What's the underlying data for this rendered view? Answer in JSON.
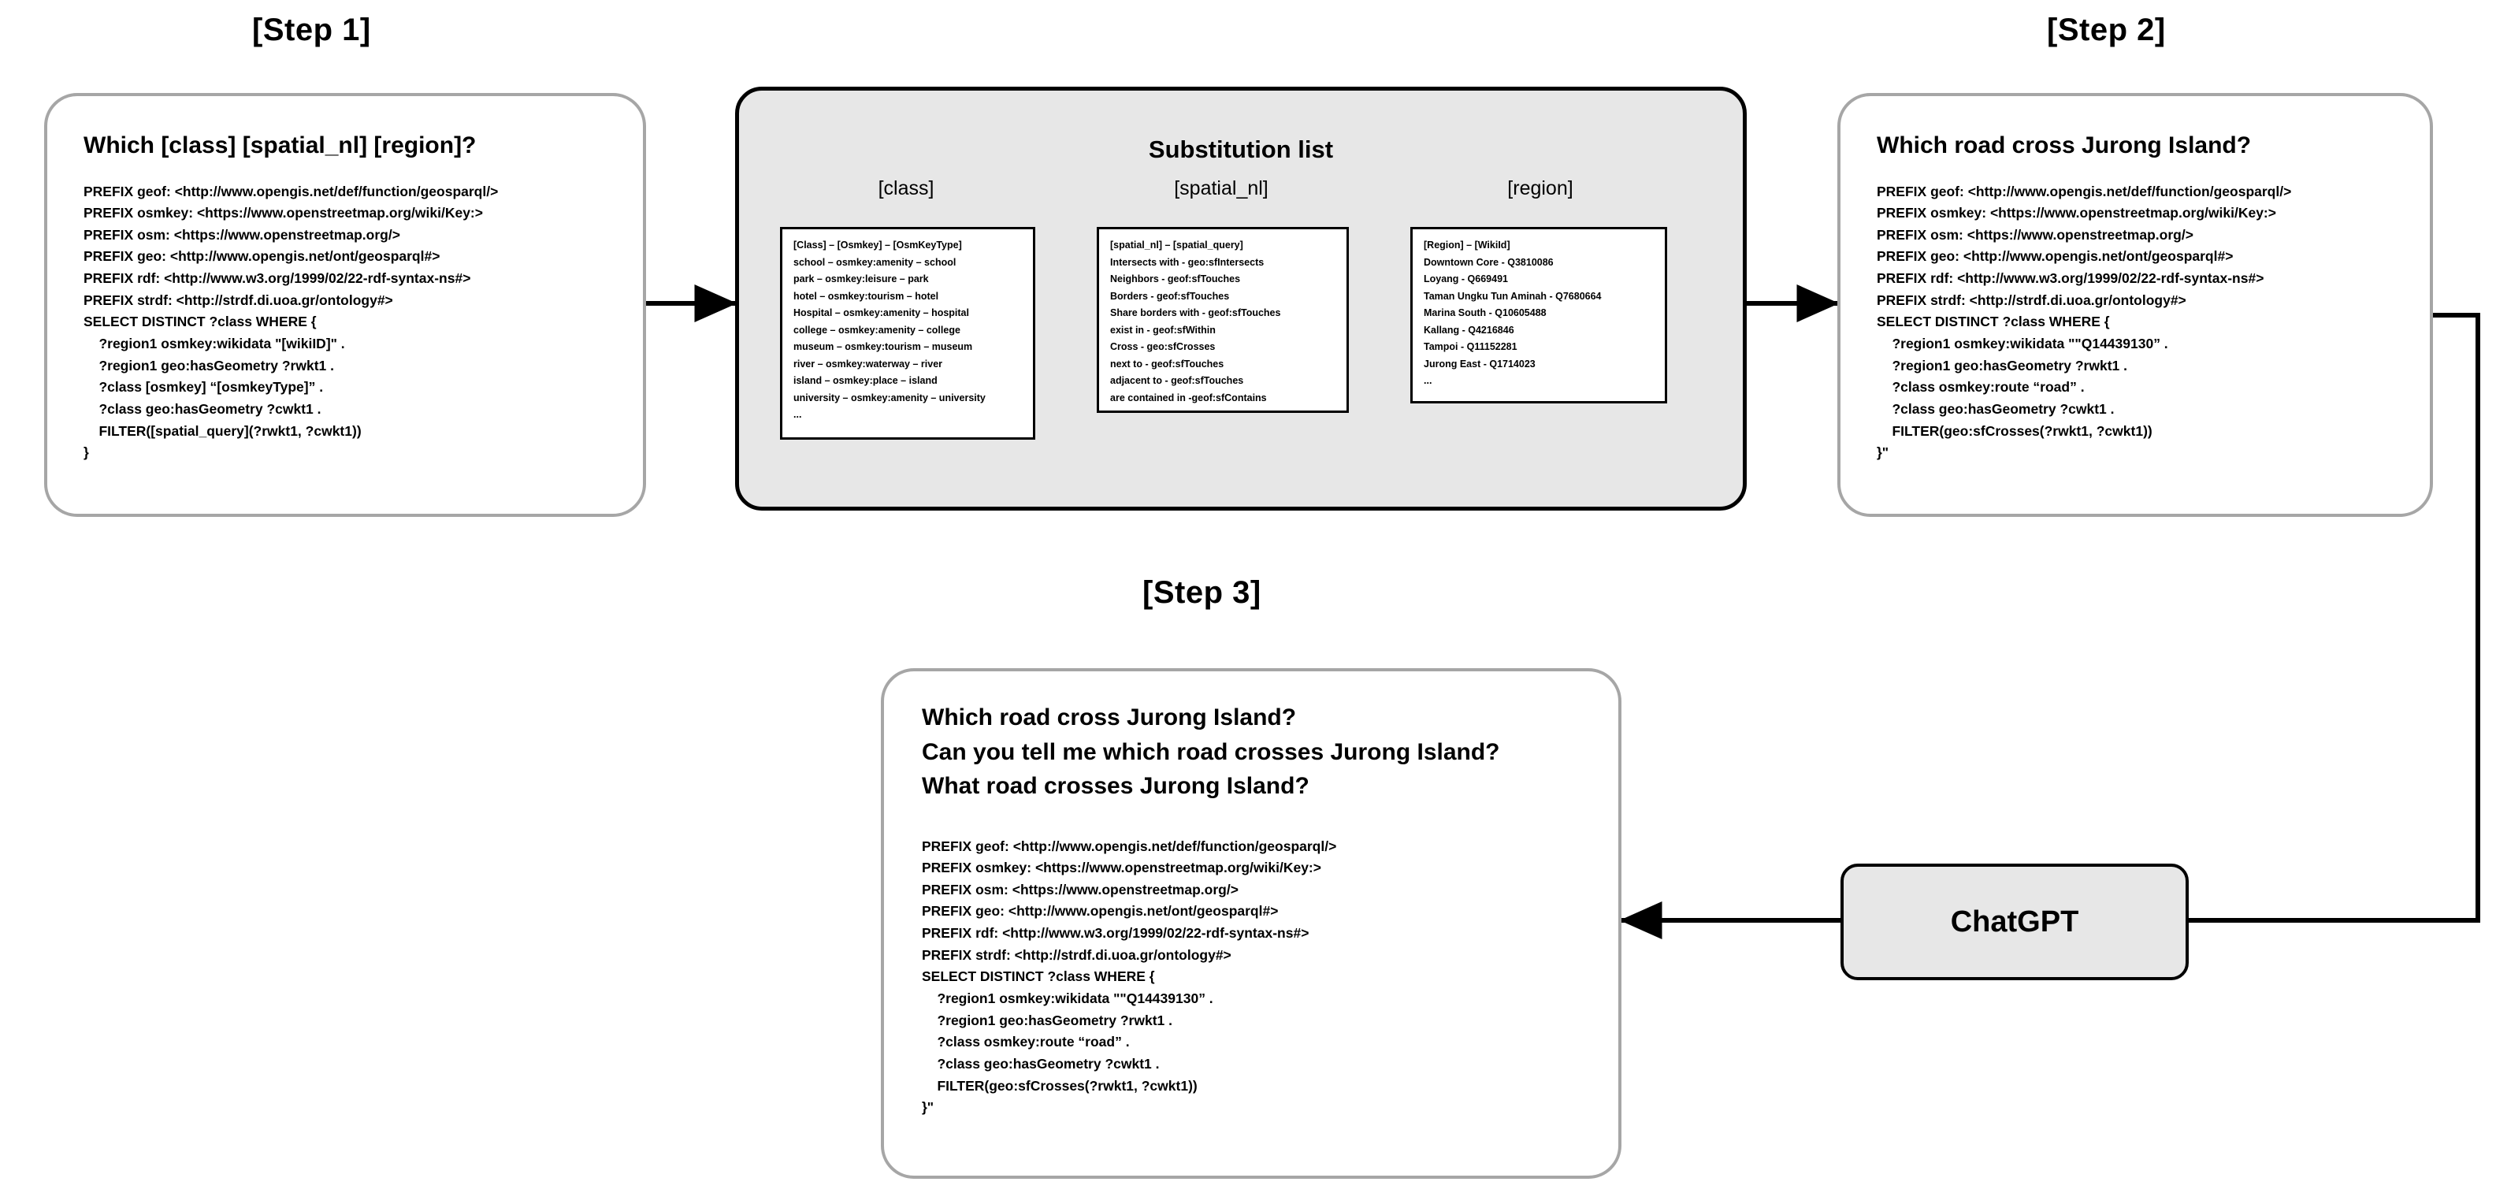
{
  "steps": {
    "step1_label": "[Step 1]",
    "step2_label": "[Step 2]",
    "step3_label": "[Step 3]"
  },
  "step1": {
    "title": "Which [class] [spatial_nl] [region]?",
    "prefixes": "PREFIX geof: <http://www.opengis.net/def/function/geosparql/>\nPREFIX osmkey: <https://www.openstreetmap.org/wiki/Key:>\nPREFIX osm: <https://www.openstreetmap.org/>\nPREFIX geo: <http://www.opengis.net/ont/geosparql#>\nPREFIX rdf: <http://www.w3.org/1999/02/22-rdf-syntax-ns#>\nPREFIX strdf: <http://strdf.di.uoa.gr/ontology#>",
    "query": "SELECT DISTINCT ?class WHERE {\n    ?region1 osmkey:wikidata \"[wikiID]\" .\n    ?region1 geo:hasGeometry ?rwkt1 .\n    ?class [osmkey] “[osmkeyType]” .\n    ?class geo:hasGeometry ?cwkt1 .\n    FILTER([spatial_query](?rwkt1, ?cwkt1))\n}"
  },
  "substitution": {
    "title": "Substitution list",
    "columns": [
      {
        "label": "[class]",
        "rows": "[Class] – [Osmkey] – [OsmKeyType]\nschool – osmkey:amenity – school\npark – osmkey:leisure – park\nhotel – osmkey:tourism – hotel\nHospital – osmkey:amenity – hospital\ncollege – osmkey:amenity – college\nmuseum – osmkey:tourism – museum\nriver – osmkey:waterway – river\nisland – osmkey:place – island\nuniversity – osmkey:amenity – university\n..."
      },
      {
        "label": "[spatial_nl]",
        "rows": "[spatial_nl] – [spatial_query]\nIntersects with - geo:sfIntersects\nNeighbors - geof:sfTouches\nBorders - geof:sfTouches\nShare borders with - geof:sfTouches\nexist in - geof:sfWithin\nCross - geo:sfCrosses\nnext to - geof:sfTouches\nadjacent to - geof:sfTouches\nare contained in -geof:sfContains"
      },
      {
        "label": "[region]",
        "rows": "[Region] – [WikiId]\nDowntown Core - Q3810086\nLoyang - Q669491\nTaman Ungku Tun Aminah - Q7680664\nMarina South - Q10605488\nKallang - Q4216846\nTampoi - Q11152281\nJurong East - Q1714023\n..."
      }
    ]
  },
  "step2": {
    "title": "Which road cross Jurong Island?",
    "prefixes": "PREFIX geof: <http://www.opengis.net/def/function/geosparql/>\nPREFIX osmkey: <https://www.openstreetmap.org/wiki/Key:>\nPREFIX osm: <https://www.openstreetmap.org/>\nPREFIX geo: <http://www.opengis.net/ont/geosparql#>\nPREFIX rdf: <http://www.w3.org/1999/02/22-rdf-syntax-ns#>\nPREFIX strdf: <http://strdf.di.uoa.gr/ontology#>",
    "query": "SELECT DISTINCT ?class WHERE {\n    ?region1 osmkey:wikidata \"\"Q14439130” .\n    ?region1 geo:hasGeometry ?rwkt1 .\n    ?class osmkey:route “road” .\n    ?class geo:hasGeometry ?cwkt1 .\n    FILTER(geo:sfCrosses(?rwkt1, ?cwkt1))\n}\""
  },
  "step3": {
    "title_line1": "Which road cross Jurong Island?",
    "title_line2": "Can you tell me which road crosses Jurong Island?",
    "title_line3": "What road crosses Jurong Island?",
    "prefixes": "PREFIX geof: <http://www.opengis.net/def/function/geosparql/>\nPREFIX osmkey: <https://www.openstreetmap.org/wiki/Key:>\nPREFIX osm: <https://www.openstreetmap.org/>\nPREFIX geo: <http://www.opengis.net/ont/geosparql#>\nPREFIX rdf: <http://www.w3.org/1999/02/22-rdf-syntax-ns#>\nPREFIX strdf: <http://strdf.di.uoa.gr/ontology#>",
    "query": "SELECT DISTINCT ?class WHERE {\n    ?region1 osmkey:wikidata \"\"Q14439130” .\n    ?region1 geo:hasGeometry ?rwkt1 .\n    ?class osmkey:route “road” .\n    ?class geo:hasGeometry ?cwkt1 .\n    FILTER(geo:sfCrosses(?rwkt1, ?cwkt1))\n}\""
  },
  "chatgpt": {
    "label": "ChatGPT"
  },
  "colors": {
    "card_border": "#a6a6a6",
    "panel_fill": "#e7e7e7",
    "panel_border": "#000000",
    "arrow": "#000000"
  }
}
